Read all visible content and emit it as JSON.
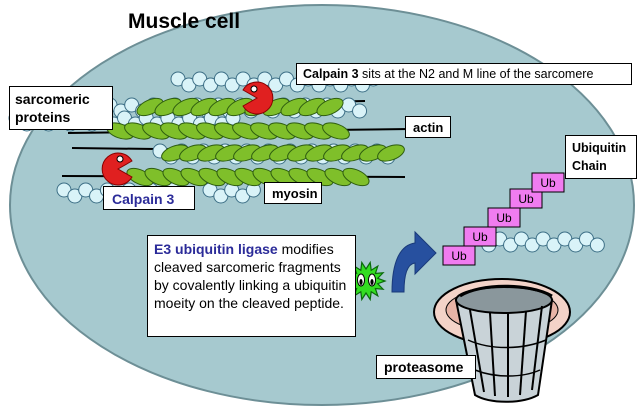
{
  "title": "Muscle cell",
  "labels": {
    "calpain_location_prefix": "Calpain 3",
    "calpain_location_rest": " sits at the N2 and M line of the sarcomere",
    "sarcomeric_line1": "sarcomeric",
    "sarcomeric_line2": "proteins",
    "actin": "actin",
    "myosin": "myosin",
    "calpain3": "Calpain 3",
    "ubiquitin_line1": "Ubiquitin",
    "ubiquitin_line2": "Chain",
    "e3_bold": "E3 ubiquitin ligase",
    "e3_rest": " modifies cleaved sarcomeric fragments by covalently linking a ubiquitin moeity on the cleaved peptide.",
    "proteasome": "proteasome"
  },
  "ub_chain": [
    "Ub",
    "Ub",
    "Ub",
    "Ub",
    "Ub"
  ],
  "colors": {
    "cell_fill": "#a6c9cf",
    "actin_bead": "#d9f3f8",
    "myosin_green": "#7fbf2a",
    "calpain_red": "#e02020",
    "ub_pink": "#f07cf0",
    "ligase_green": "#33dd22",
    "arrow_blue": "#27509f"
  }
}
